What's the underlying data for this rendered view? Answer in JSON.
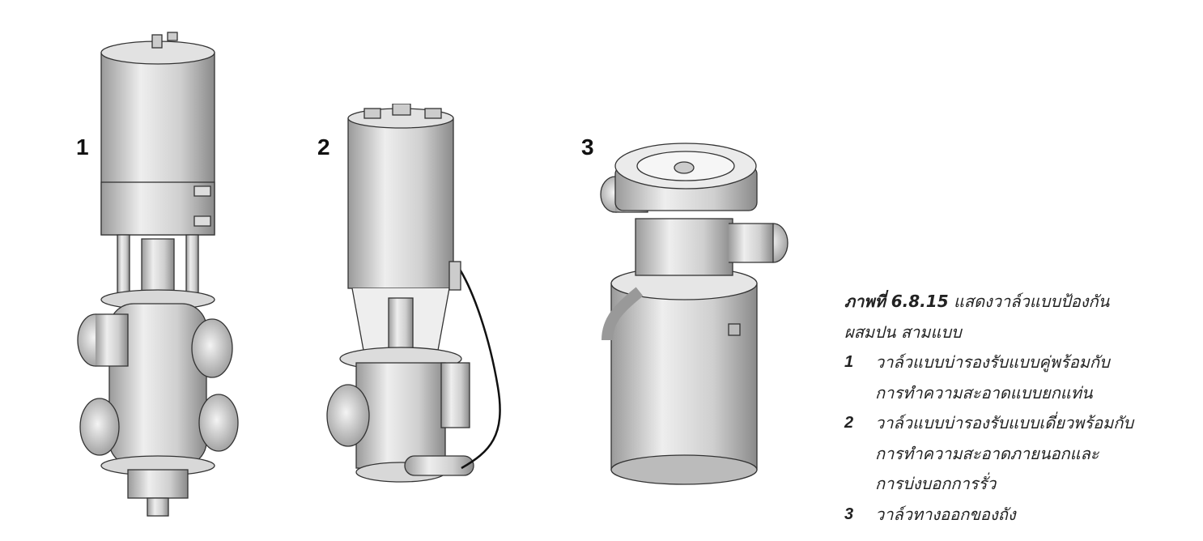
{
  "figure": {
    "labels": [
      "1",
      "2",
      "3"
    ],
    "caption": {
      "figure_number": "ภาพที่ 6.8.15",
      "title_line1": "แสดงวาล์วแบบป้องกัน",
      "title_line2": "ผสมปน สามแบบ",
      "items": [
        {
          "number": "1",
          "lines": [
            "วาล์วแบบบ่ารองรับแบบคู่พร้อมกับ",
            "การทำความสะอาดแบบยกแท่น"
          ]
        },
        {
          "number": "2",
          "lines": [
            "วาล์วแบบบ่ารองรับแบบเดี่ยวพร้อมกับ",
            "การทำความสะอาดภายนอกและ",
            "การบ่งบอกการรั่ว"
          ]
        },
        {
          "number": "3",
          "lines": [
            "วาล์วทางออกของถัง"
          ]
        }
      ]
    }
  }
}
